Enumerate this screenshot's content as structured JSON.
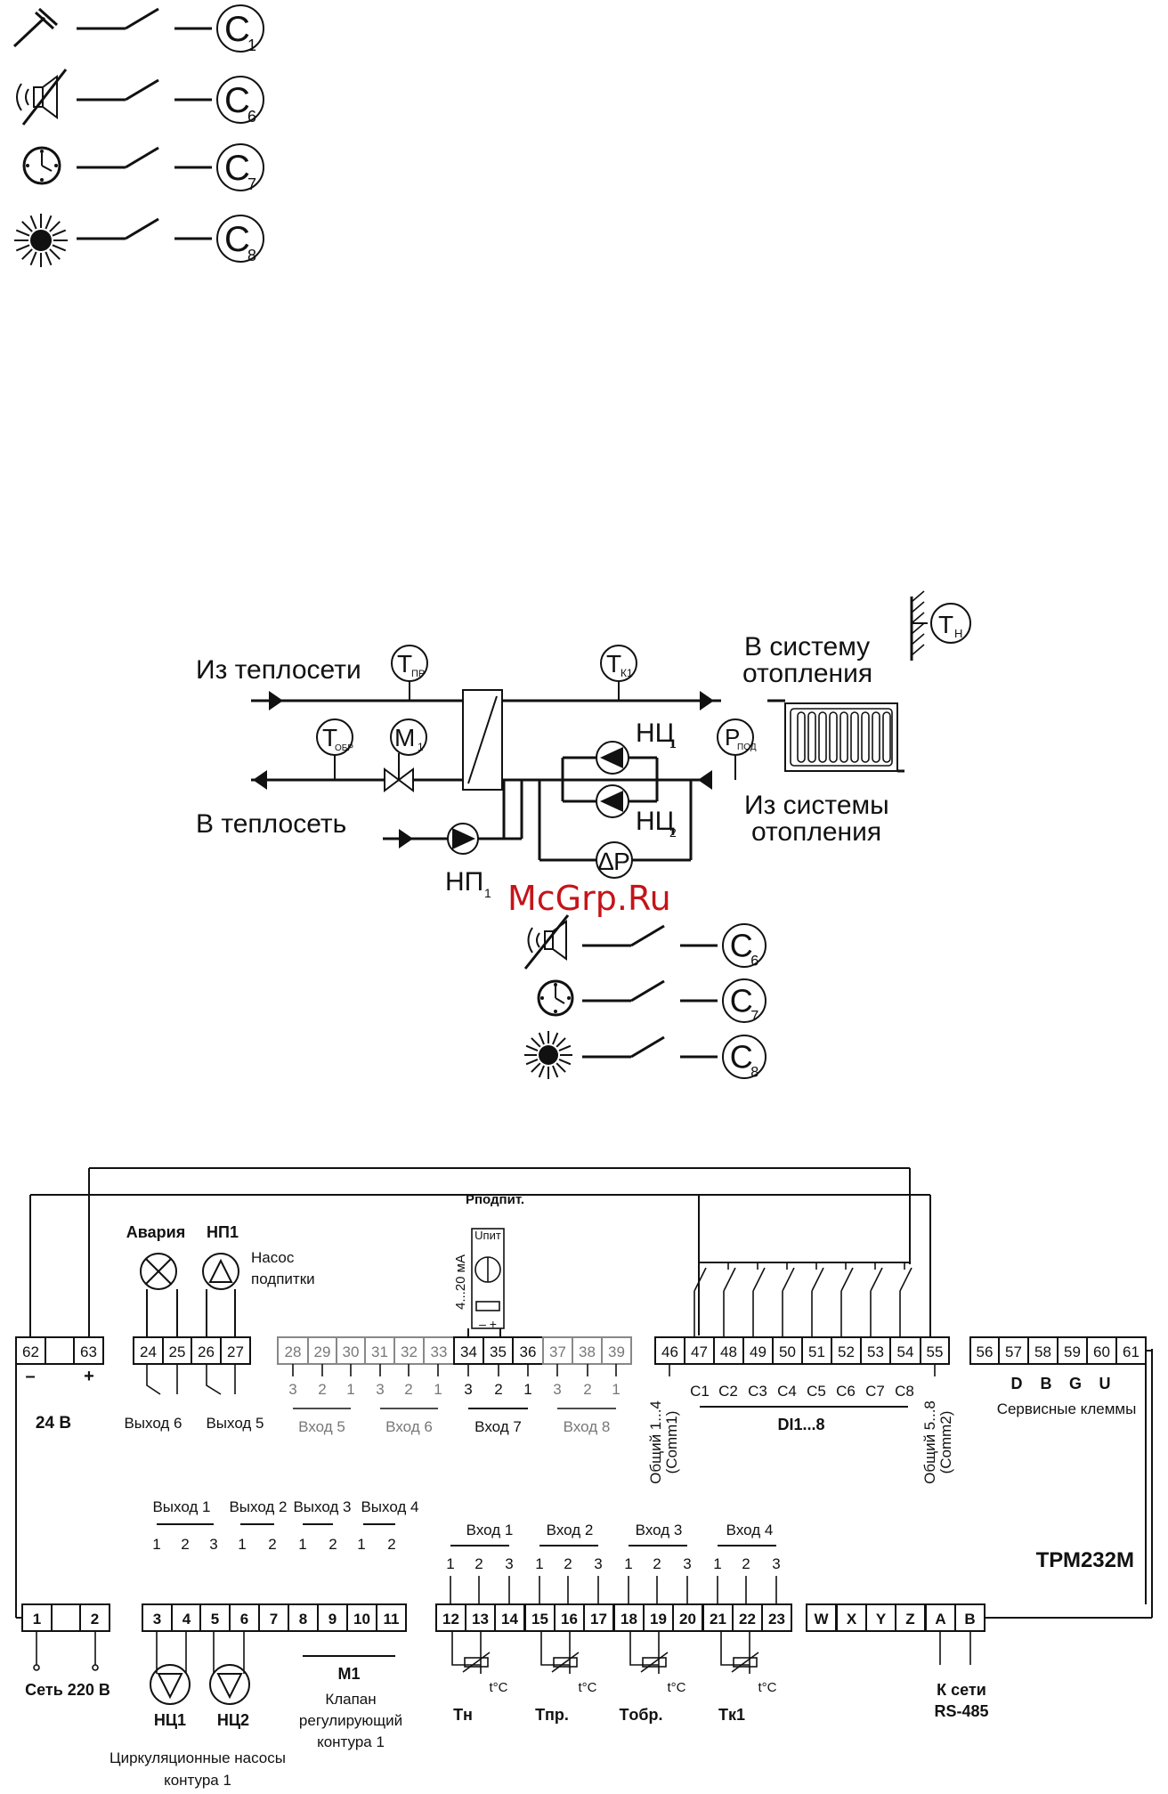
{
  "legend_top": [
    {
      "sym": "sensor-probe-icon",
      "label": "C",
      "sub": "1"
    },
    {
      "sym": "muted-speaker-icon",
      "label": "C",
      "sub": "6"
    },
    {
      "sym": "clock-icon",
      "label": "C",
      "sub": "7"
    },
    {
      "sym": "sun-icon",
      "label": "C",
      "sub": "8"
    }
  ],
  "legend_mid": [
    {
      "sym": "muted-speaker-icon",
      "label": "C",
      "sub": "6"
    },
    {
      "sym": "clock-icon",
      "label": "C",
      "sub": "7"
    },
    {
      "sym": "sun-icon",
      "label": "C",
      "sub": "8"
    }
  ],
  "scheme": {
    "from_net": "Из теплосети",
    "to_net": "В теплосеть",
    "to_system_1": "В систему",
    "to_system_2": "отопления",
    "from_system_1": "Из системы",
    "from_system_2": "отопления",
    "t_pr": "T",
    "t_pr_sub": "ПР",
    "t_obr": "T",
    "t_obr_sub": "ОБР",
    "m1": "M",
    "m1_sub": "1",
    "tk1": "T",
    "tk1_sub": "К1",
    "nc1": "НЦ",
    "nc1_sub": "1",
    "nc2": "НЦ",
    "nc2_sub": "2",
    "np1": "НП",
    "np1_sub": "1",
    "dp": "∆P",
    "p_pod": "P",
    "p_pod_sub": "ПОД",
    "tn": "T",
    "tn_sub": "Н"
  },
  "watermark": "McGrp.Ru",
  "wiring": {
    "device": "ТРМ232М",
    "top_terminals": [
      "62",
      "",
      "63",
      "24",
      "25",
      "26",
      "27",
      "28",
      "29",
      "30",
      "31",
      "32",
      "33",
      "34",
      "35",
      "36",
      "37",
      "38",
      "39",
      "46",
      "47",
      "48",
      "49",
      "50",
      "51",
      "52",
      "53",
      "54",
      "55",
      "56",
      "57",
      "58",
      "59",
      "60",
      "61"
    ],
    "bottom_terminals": [
      "1",
      "",
      "2",
      "3",
      "4",
      "5",
      "6",
      "7",
      "8",
      "9",
      "10",
      "11",
      "12",
      "13",
      "14",
      "15",
      "16",
      "17",
      "18",
      "19",
      "20",
      "21",
      "22",
      "23",
      "W",
      "X",
      "Y",
      "Z",
      "A",
      "B"
    ],
    "minus": "–",
    "plus": "+",
    "v24": "24 В",
    "avaria": "Авария",
    "np1": "НП1",
    "pump_fill_1": "Насос",
    "pump_fill_2": "подпитки",
    "p_fill": "Pподпит.",
    "u_pit": "Uпит",
    "ma": "4...20 мА",
    "minus_plus": "–   +",
    "out6": "Выход 6",
    "out5": "Выход 5",
    "in5": "Вход 5",
    "in6": "Вход 6",
    "in7": "Вход 7",
    "in8": "Вход 8",
    "in_digits": [
      "3",
      "2",
      "1"
    ],
    "c_labels": [
      "C1",
      "C2",
      "C3",
      "C4",
      "C5",
      "C6",
      "C7",
      "C8"
    ],
    "di": "DI1...8",
    "comm1": "Общий 1...4",
    "comm1b": "(Comm1)",
    "comm2": "Общий 5...8",
    "comm2b": "(Comm2)",
    "service_letters": [
      "D",
      "B",
      "G",
      "U"
    ],
    "service": "Сервисные клеммы",
    "out1": "Выход 1",
    "out2": "Выход 2",
    "out3": "Выход 3",
    "out4": "Выход 4",
    "in1": "Вход 1",
    "in2": "Вход 2",
    "in3": "Вход 3",
    "in4": "Вход 4",
    "net220": "Сеть 220 В",
    "nc1": "НЦ1",
    "nc2": "НЦ2",
    "circ_1": "Циркуляционные насосы",
    "circ_2": "контура 1",
    "m1": "М1",
    "valve_1": "Клапан",
    "valve_2": "регулирующий",
    "valve_3": "контура 1",
    "tc": "t°C",
    "tn": "Tн",
    "tpr": "Tпр.",
    "tobr": "Tобр.",
    "tk1": "Tк1",
    "rs_1": "К сети",
    "rs_2": "RS-485"
  }
}
